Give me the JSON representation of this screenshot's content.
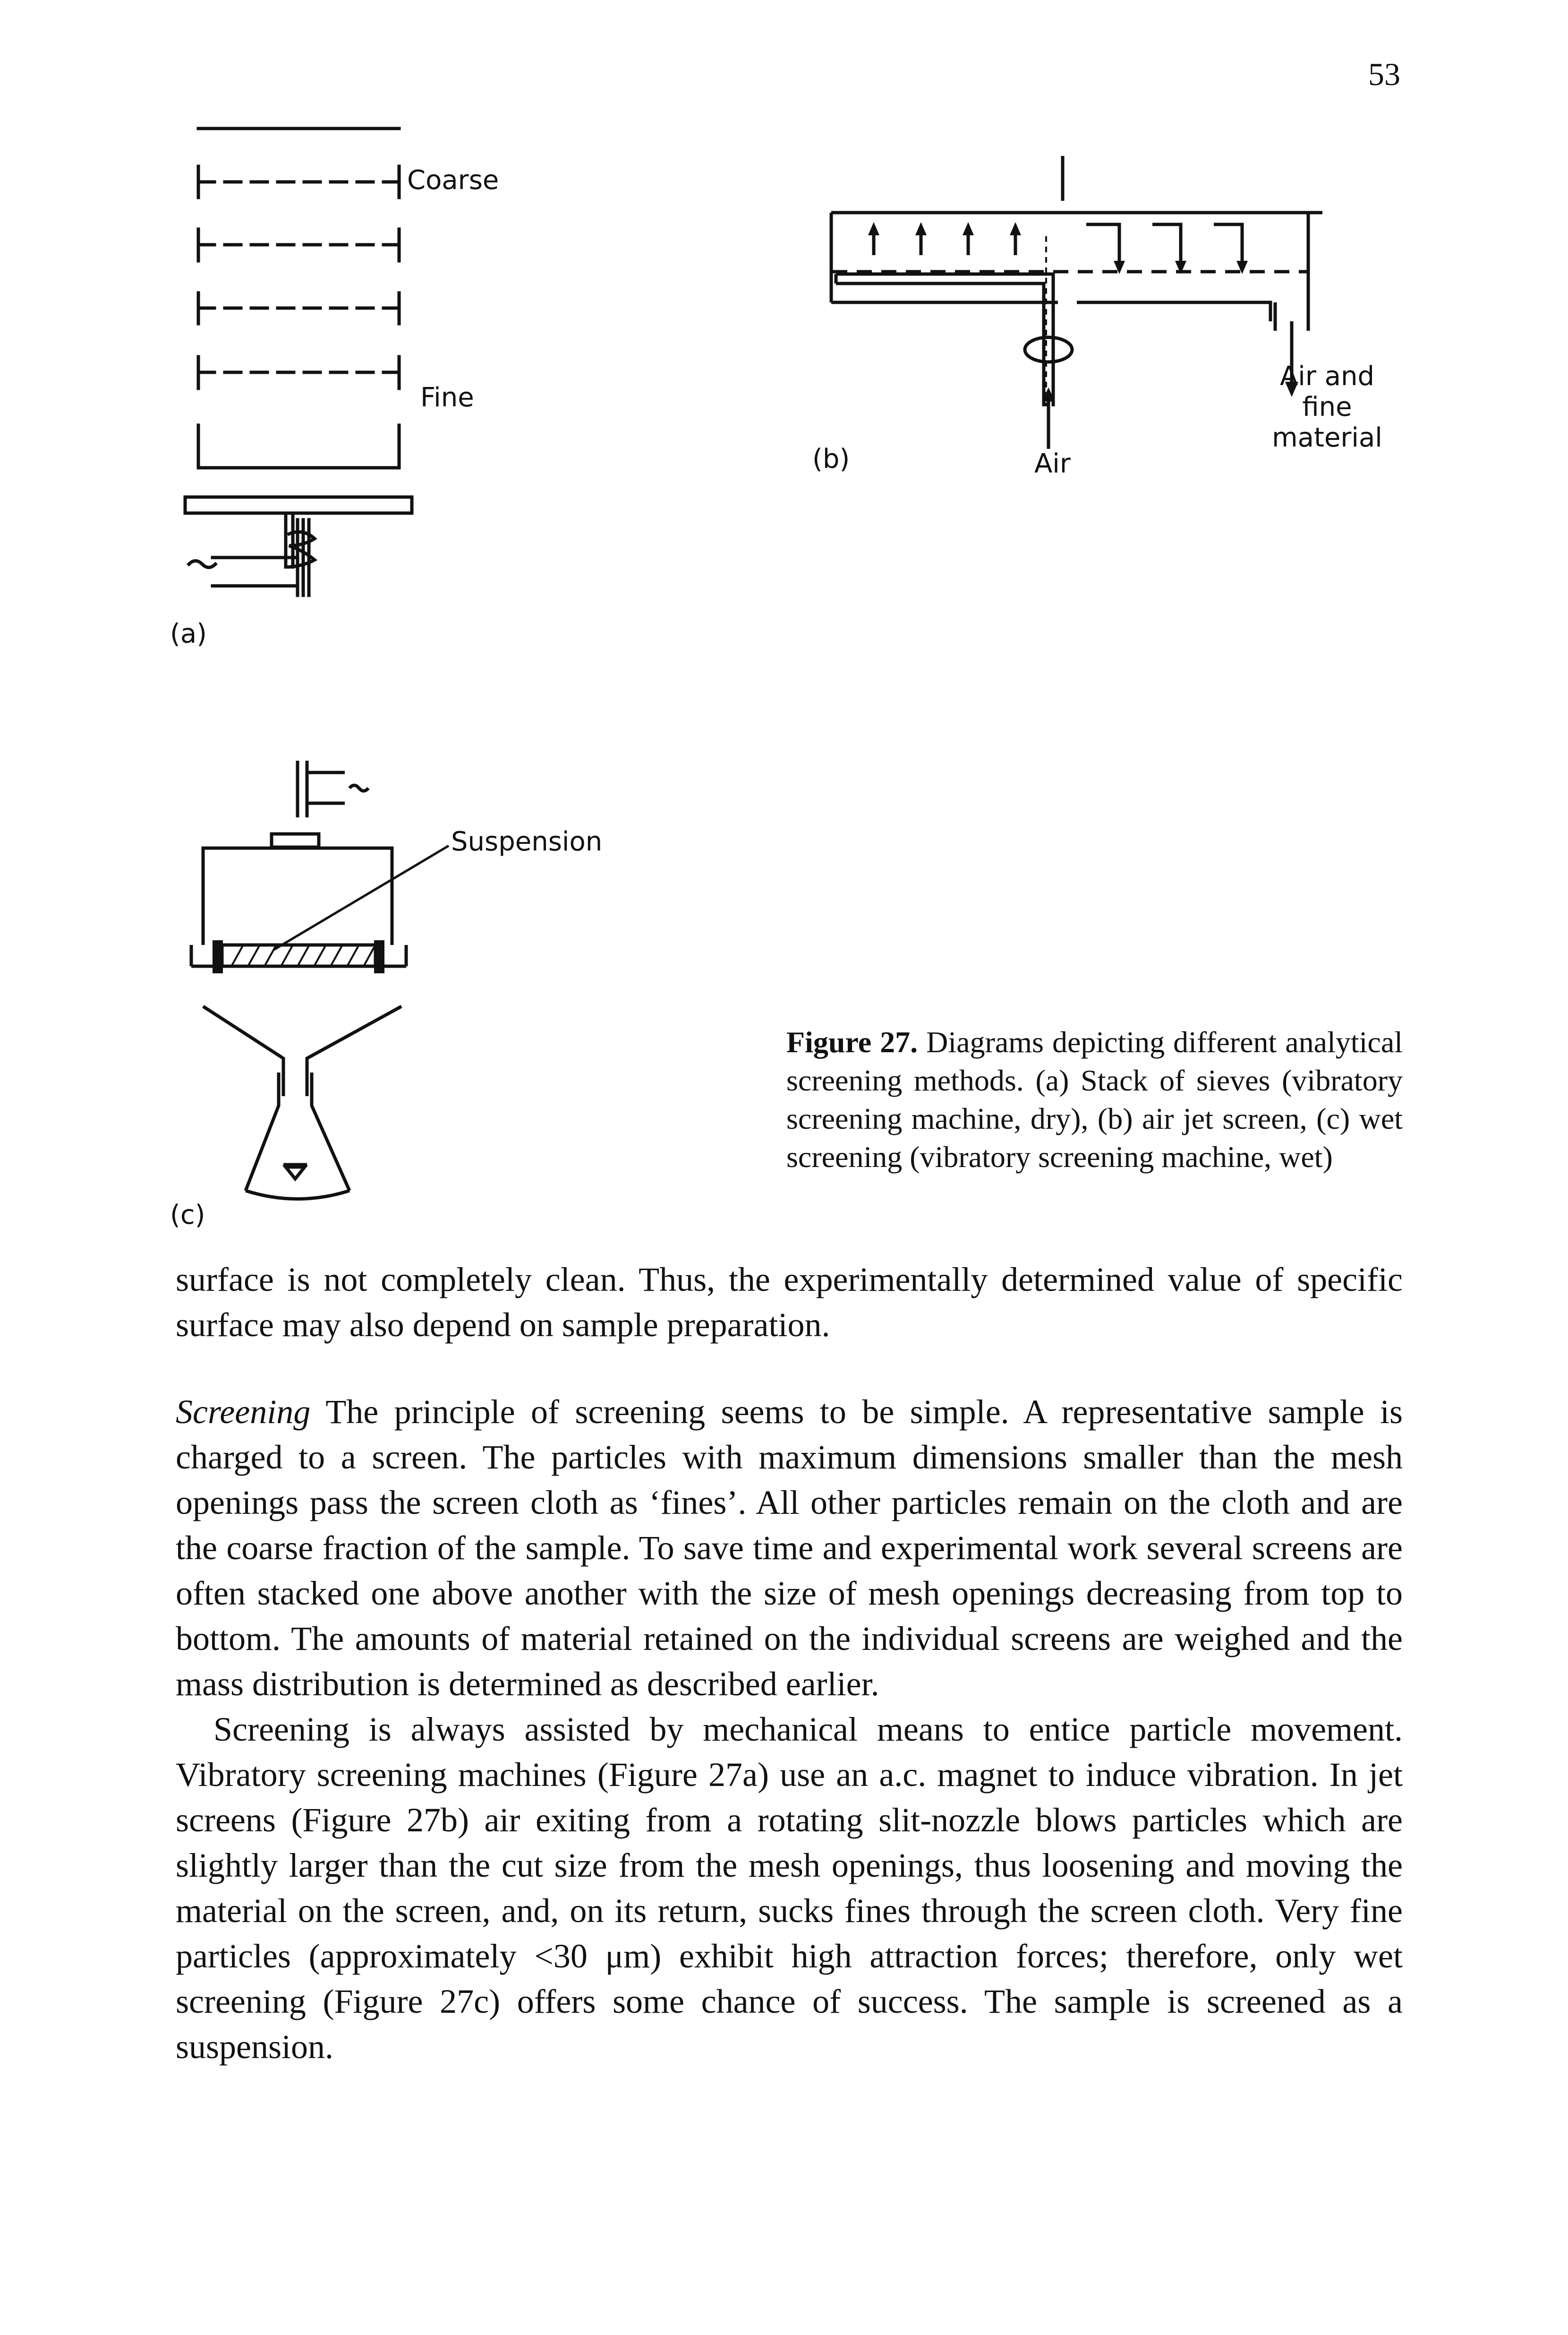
{
  "page_number": "53",
  "figure": {
    "panel_a": {
      "label": "(a)",
      "coarse_label": "Coarse",
      "fine_label": "Fine"
    },
    "panel_b": {
      "label": "(b)",
      "air_label": "Air",
      "output_label_line1": "Air and",
      "output_label_line2": "fine",
      "output_label_line3": "material"
    },
    "panel_c": {
      "label": "(c)",
      "suspension_label": "Suspension"
    },
    "caption": {
      "heading": "Figure 27.",
      "text": "Diagrams depicting different analytical screening methods. (a) Stack of sieves (vibratory screening machine, dry), (b) air jet screen, (c) wet screening (vibratory screening machine, wet)"
    }
  },
  "body": {
    "p1": "surface is not completely clean. Thus, the experimentally determined value of specific surface may also depend on sample preparation.",
    "p2_heading": "Screening",
    "p2": "The principle of screening seems to be simple. A representative sample is charged to a screen. The particles with maximum dimensions smaller than the mesh openings pass the screen cloth as ‘fines’. All other particles remain on the cloth and are the coarse fraction of the sample. To save time and experimental work several screens are often stacked one above another with the size of mesh openings decreasing from top to bottom. The amounts of material retained on the individual screens are weighed and the mass distribution is determined as described earlier.",
    "p3": "Screening is always assisted by mechanical means to entice particle movement. Vibratory screening machines (Figure 27a) use an a.c. magnet to induce vibration. In jet screens (Figure 27b) air exiting from a rotating slit-nozzle blows particles which are slightly larger than the cut size from the mesh openings, thus loosening and moving the material on the screen, and, on its return, sucks fines through the screen cloth. Very fine particles (approximately <30 μm) exhibit high attraction forces; therefore, only wet screening (Figure 27c) offers some chance of success. The sample is screened as a suspension."
  }
}
